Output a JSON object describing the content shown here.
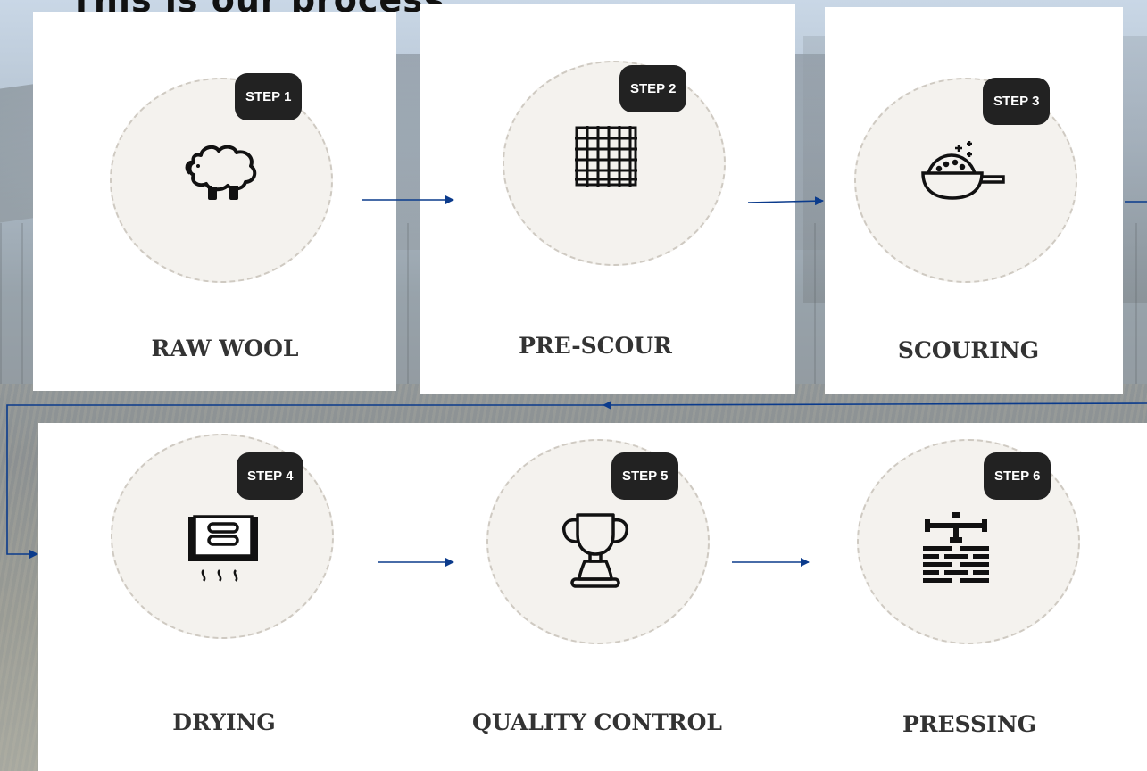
{
  "heading": "This is our process",
  "colors": {
    "arrow": "#0b3b8c",
    "badge": "#222222",
    "circle": "#f4f2ee"
  },
  "steps": [
    {
      "badge": "STEP 1",
      "title": "RAW WOOL",
      "icon": "sheep-icon"
    },
    {
      "badge": "STEP 2",
      "title": "PRE-SCOUR",
      "icon": "woven-fabric-icon"
    },
    {
      "badge": "STEP 3",
      "title": "SCOURING",
      "icon": "detergent-scoop-icon"
    },
    {
      "badge": "STEP 4",
      "title": "DRYING",
      "icon": "dryer-icon"
    },
    {
      "badge": "STEP 5",
      "title": "QUALITY CONTROL",
      "icon": "trophy-icon"
    },
    {
      "badge": "STEP 6",
      "title": "PRESSING",
      "icon": "press-icon"
    }
  ]
}
